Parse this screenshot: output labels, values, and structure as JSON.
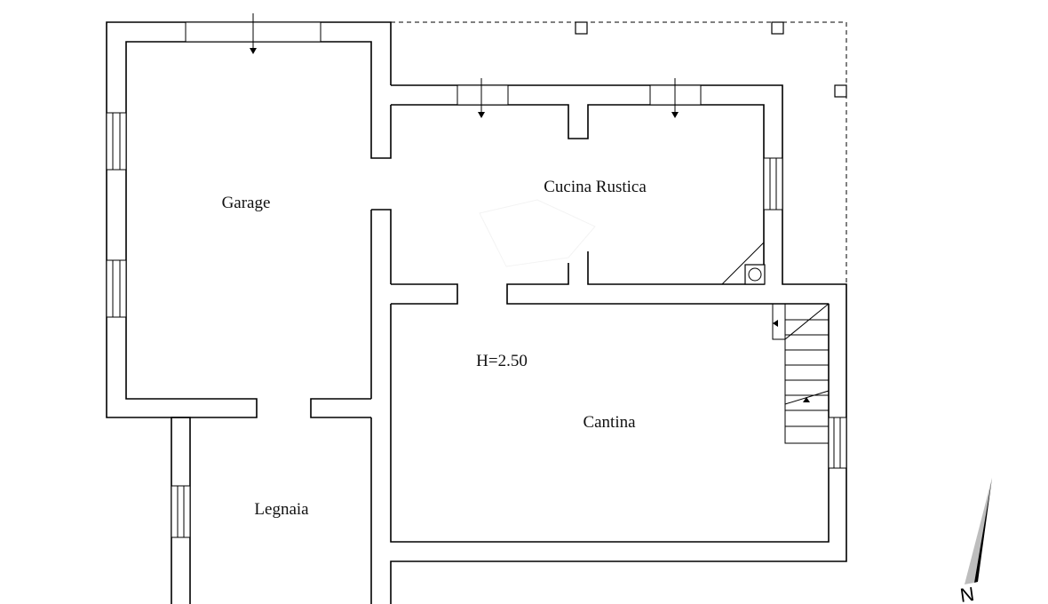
{
  "rooms": {
    "garage": "Garage",
    "cucina": "Cucina Rustica",
    "cantina": "Cantina",
    "legnaia": "Legnaia"
  },
  "height_label": "H=2.50",
  "compass_label": "N"
}
